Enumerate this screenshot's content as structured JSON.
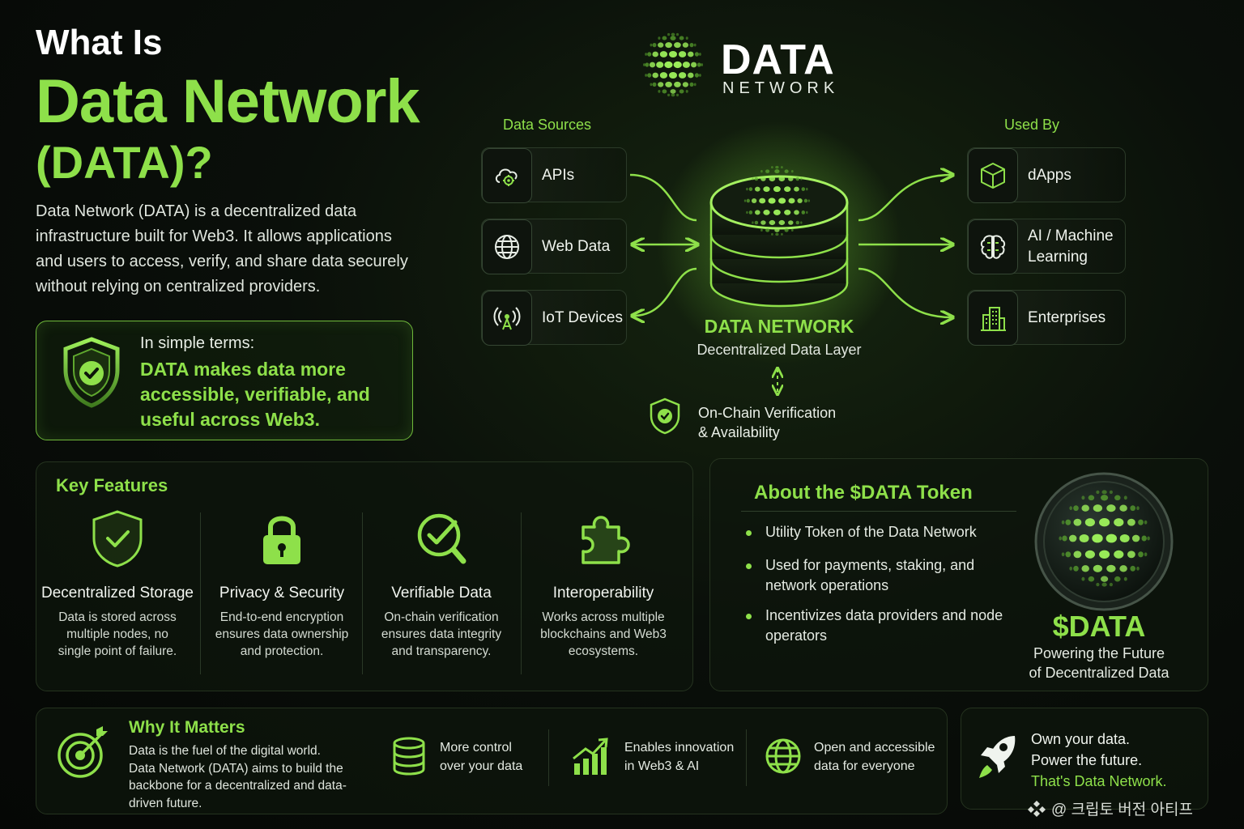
{
  "header": {
    "title_line1": "What Is",
    "title_line2": "Data Network",
    "title_line3": "(DATA)?",
    "intro": "Data Network (DATA) is a decentralized data infrastructure built for Web3. It allows applications and users to access, verify, and share data securely without relying on centralized providers."
  },
  "simple_terms": {
    "label": "In simple terms:",
    "text": "DATA makes data more accessible, verifiable, and useful across Web3."
  },
  "logo": {
    "word": "DATA",
    "sub": "NETWORK"
  },
  "diagram": {
    "sources_title": "Data Sources",
    "used_by_title": "Used By",
    "sources": [
      "APIs",
      "Web Data",
      "IoT Devices"
    ],
    "used_by": [
      "dApps",
      "AI / Machine Learning",
      "Enterprises"
    ],
    "core_title": "DATA NETWORK",
    "core_subtitle": "Decentralized Data Layer",
    "verification_line1": "On-Chain Verification",
    "verification_line2": "& Availability"
  },
  "features": {
    "title": "Key Features",
    "items": [
      {
        "title": "Decentralized Storage",
        "desc": "Data is stored across multiple nodes, no single point of failure.",
        "icon": "shield-check-icon"
      },
      {
        "title": "Privacy & Security",
        "desc": "End-to-end encryption ensures data ownership and protection.",
        "icon": "padlock-icon"
      },
      {
        "title": "Verifiable Data",
        "desc": "On-chain verification ensures data integrity and transparency.",
        "icon": "magnifier-check-icon"
      },
      {
        "title": "Interoperability",
        "desc": "Works across multiple blockchains and Web3 ecosystems.",
        "icon": "puzzle-icon"
      }
    ]
  },
  "token": {
    "title": "About the $DATA Token",
    "bullets": [
      "Utility Token of the Data Network",
      "Used for payments, staking, and network operations",
      "Incentivizes data providers and node operators"
    ],
    "symbol": "$DATA",
    "tagline_line1": "Powering the Future",
    "tagline_line2": "of Decentralized Data"
  },
  "why": {
    "title": "Why It Matters",
    "text": "Data is the fuel of the digital world. Data Network (DATA) aims to build the backbone for a decentralized and data-driven future.",
    "items": [
      "More control over your data",
      "Enables innovation in Web3 & AI",
      "Open and accessible data for everyone"
    ]
  },
  "slogan": {
    "line1": "Own your data.",
    "line2": "Power the future.",
    "line3": "That's Data Network."
  },
  "watermark": {
    "text": "@ 크립토 버전 아티프"
  },
  "colors": {
    "accent": "#8ee04a",
    "background": "#070a07",
    "border": "#25331f"
  }
}
